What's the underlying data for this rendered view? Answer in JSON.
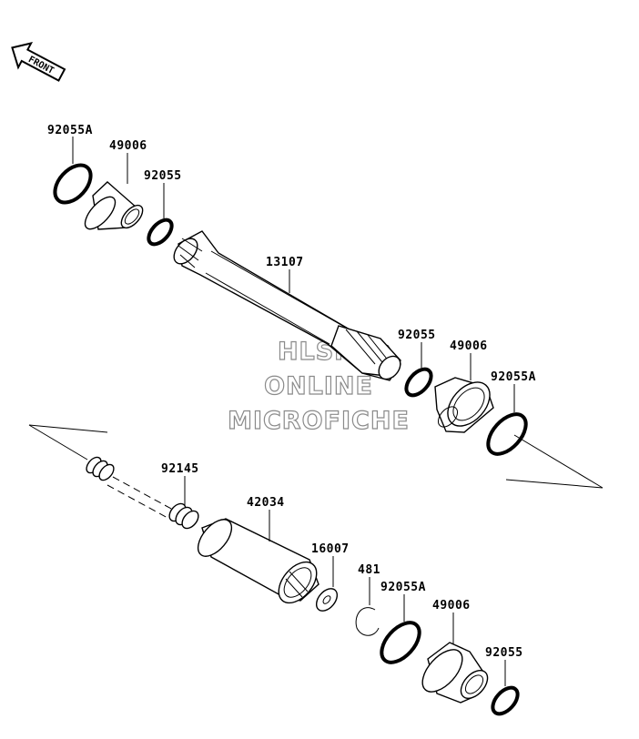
{
  "front_label": "FRONT",
  "watermark": [
    "HLSM",
    "ONLINE",
    "MICROFICHE"
  ],
  "parts": [
    {
      "id": "92055A_top_left",
      "label": "92055A"
    },
    {
      "id": "49006_top_left",
      "label": "49006"
    },
    {
      "id": "92055_top_left",
      "label": "92055"
    },
    {
      "id": "13107",
      "label": "13107"
    },
    {
      "id": "92055_mid_right",
      "label": "92055"
    },
    {
      "id": "49006_mid_right",
      "label": "49006"
    },
    {
      "id": "92055A_mid_right",
      "label": "92055A"
    },
    {
      "id": "92145",
      "label": "92145"
    },
    {
      "id": "42034",
      "label": "42034"
    },
    {
      "id": "16007",
      "label": "16007"
    },
    {
      "id": "481",
      "label": "481"
    },
    {
      "id": "92055A_bottom",
      "label": "92055A"
    },
    {
      "id": "49006_bottom",
      "label": "49006"
    },
    {
      "id": "92055_bottom",
      "label": "92055"
    }
  ]
}
